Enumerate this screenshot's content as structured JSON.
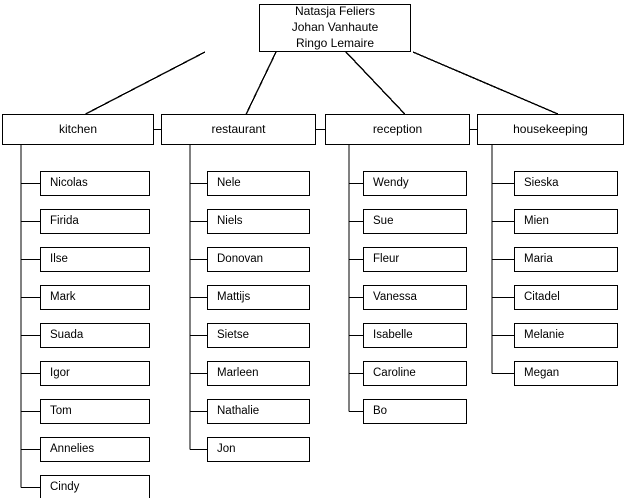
{
  "diagram": {
    "type": "organization-chart",
    "title": "",
    "line_color": "#000000",
    "box_border_color": "#000000",
    "box_fill_color": "#ffffff",
    "background_color": "#ffffff"
  },
  "root": {
    "name": "management-box",
    "lines": [
      "Natasja Feliers",
      "Johan Vanhaute",
      "Ringo Lemaire"
    ]
  },
  "departments": [
    {
      "label": "kitchen",
      "members": [
        "Nicolas",
        "Firida",
        "Ilse",
        "Mark",
        "Suada",
        "Igor",
        "Tom",
        "Annelies",
        "Cindy"
      ]
    },
    {
      "label": "restaurant",
      "members": [
        "Nele",
        "Niels",
        "Donovan",
        "Mattijs",
        "Sietse",
        "Marleen",
        "Nathalie",
        "Jon"
      ]
    },
    {
      "label": "reception",
      "members": [
        "Wendy",
        "Sue",
        "Fleur",
        "Vanessa",
        "Isabelle",
        "Caroline",
        "Bo"
      ]
    },
    {
      "label": "housekeeping",
      "members": [
        "Sieska",
        "Mien",
        "Maria",
        "Citadel",
        "Melanie",
        "Megan"
      ]
    }
  ]
}
